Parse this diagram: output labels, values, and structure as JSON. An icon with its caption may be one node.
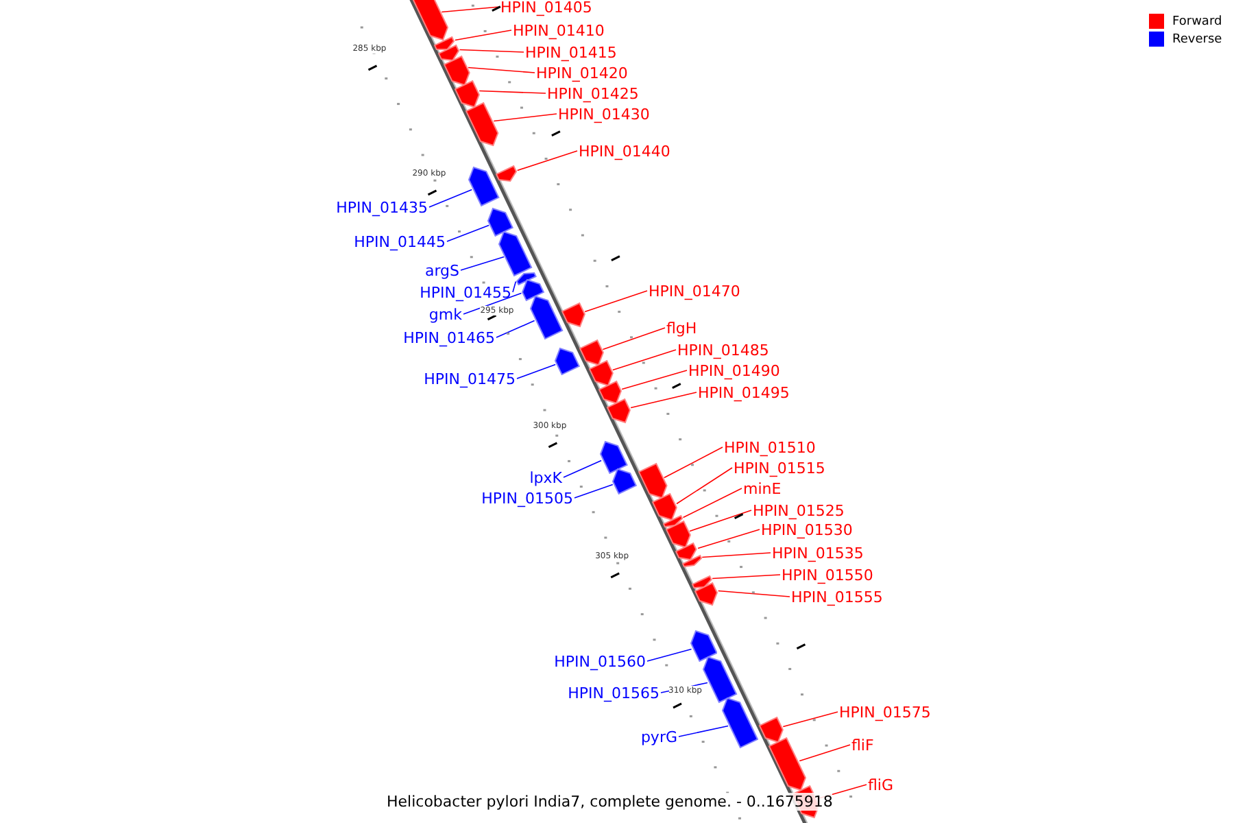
{
  "diagram": {
    "caption": "Helicobacter pylori India7, complete genome. - 0..1675918",
    "nodes": [
      {
        "text": [
          "HPIN_01405"
        ]
      },
      {
        "text": [],
        "shape": "box"
      },
      {
        "text": [
          "HPIN_01410"
        ]
      },
      {
        "text": [],
        "shape": "box"
      },
      {
        "text": [
          "HPIN_01415"
        ]
      },
      {
        "text": [],
        "shape": "box"
      },
      {
        "text": [
          "HPIN_01420"
        ]
      },
      {
        "text": [],
        "shape": "box"
      },
      {
        "text": [
          "HPIN_01425"
        ]
      },
      {
        "text": [],
        "shape": "box"
      },
      {
        "text": [
          "HPIN_01430"
        ]
      },
      {
        "text": [],
        "shape": "box"
      },
      {
        "text": [
          "HPIN_01440"
        ]
      },
      {
        "text": [],
        "shape": "box"
      },
      {
        "text": [
          "HPIN_01435"
        ]
      },
      {
        "text": [],
        "shape": "box"
      },
      {
        "text": [
          "HPIN_01445"
        ]
      },
      {
        "text": [],
        "shape": "box"
      },
      {
        "text": [
          "argS"
        ]
      },
      {
        "text": [],
        "shape": "box"
      },
      {
        "text": [
          "HPIN_01455"
        ]
      },
      {
        "text": [],
        "shape": "box"
      },
      {
        "text": [
          "gmk"
        ]
      },
      {
        "text": [],
        "shape": "box"
      },
      {
        "text": [
          "HPIN_01465"
        ]
      },
      {
        "text": [],
        "shape": "box"
      },
      {
        "text": [
          "HPIN_01470"
        ]
      },
      {
        "text": [],
        "shape": "box"
      },
      {
        "text": [
          "HPIN_01475"
        ]
      },
      {
        "text": [],
        "shape": "box"
      },
      {
        "text": [
          "flgH"
        ]
      },
      {
        "text": [],
        "shape": "box"
      },
      {
        "text": [
          "HPIN_01485"
        ]
      },
      {
        "text": [],
        "shape": "box"
      },
      {
        "text": [
          "HPIN_01490"
        ]
      },
      {
        "text": [],
        "shape": "box"
      },
      {
        "text": [
          "HPIN_01495"
        ]
      },
      {
        "text": [],
        "shape": "box"
      },
      {
        "text": [
          "lpxK"
        ]
      },
      {
        "text": [],
        "shape": "box"
      },
      {
        "text": [
          "HPIN_01505"
        ]
      },
      {
        "text": [],
        "shape": "box"
      },
      {
        "text": [
          "HPIN_01510"
        ]
      },
      {
        "text": [],
        "shape": "box"
      },
      {
        "text": [
          "HPIN_01515"
        ]
      },
      {
        "text": [],
        "shape": "box"
      },
      {
        "text": [
          "minE"
        ]
      },
      {
        "text": [],
        "shape": "box"
      },
      {
        "text": [
          "HPIN_01525"
        ]
      },
      {
        "text": [],
        "shape": "box"
      },
      {
        "text": [
          "HPIN_01530"
        ]
      },
      {
        "text": [],
        "shape": "box"
      },
      {
        "text": [
          "HPIN_01535"
        ]
      },
      {
        "text": [],
        "shape": "box"
      },
      {
        "text": [
          "HPIN_01550"
        ]
      },
      {
        "text": [],
        "shape": "box"
      },
      {
        "text": [
          "HPIN_01555"
        ]
      },
      {
        "text": [],
        "shape": "box"
      },
      {
        "text": [
          "HPIN_01560"
        ]
      },
      {
        "text": [],
        "shape": "box"
      },
      {
        "text": [
          "HPIN_01565"
        ]
      },
      {
        "text": [],
        "shape": "box"
      },
      {
        "text": [
          "pyrG"
        ]
      },
      {
        "text": [],
        "shape": "box"
      },
      {
        "text": [
          "HPIN_01575"
        ]
      },
      {
        "text": [],
        "shape": "box"
      },
      {
        "text": [
          "fliF"
        ]
      },
      {
        "text": [],
        "shape": "box"
      },
      {
        "text": [
          "fliG"
        ]
      },
      {
        "text": [],
        "shape": "box"
      }
    ],
    "edges": [
      {
        "from": 0,
        "to": 1,
        "arrow": "none"
      },
      {
        "from": 2,
        "to": 3,
        "arrow": "none"
      },
      {
        "from": 4,
        "to": 5,
        "arrow": "none"
      },
      {
        "from": 6,
        "to": 7,
        "arrow": "none"
      },
      {
        "from": 8,
        "to": 9,
        "arrow": "none"
      },
      {
        "from": 10,
        "to": 11,
        "arrow": "none"
      },
      {
        "from": 12,
        "to": 13,
        "arrow": "none"
      },
      {
        "from": 14,
        "to": 15,
        "arrow": "none",
        "color": "#0000ff"
      },
      {
        "from": 16,
        "to": 17,
        "arrow": "none",
        "color": "#0000ff"
      },
      {
        "from": 18,
        "to": 19,
        "arrow": "none",
        "color": "#0000ff"
      },
      {
        "from": 20,
        "to": 21,
        "arrow": "none",
        "color": "#0000ff"
      },
      {
        "from": 22,
        "to": 23,
        "arrow": "none",
        "color": "#0000ff"
      },
      {
        "from": 24,
        "to": 25,
        "arrow": "none",
        "color": "#0000ff"
      },
      {
        "from": 26,
        "to": 27,
        "arrow": "none"
      },
      {
        "from": 28,
        "to": 29,
        "arrow": "none",
        "color": "#0000ff"
      },
      {
        "from": 30,
        "to": 31,
        "arrow": "none"
      },
      {
        "from": 32,
        "to": 33,
        "arrow": "none"
      },
      {
        "from": 34,
        "to": 35,
        "arrow": "none"
      },
      {
        "from": 36,
        "to": 37,
        "arrow": "none"
      },
      {
        "from": 38,
        "to": 39,
        "arrow": "none",
        "color": "#0000ff"
      },
      {
        "from": 40,
        "to": 41,
        "arrow": "none",
        "color": "#0000ff"
      },
      {
        "from": 42,
        "to": 43,
        "arrow": "none"
      },
      {
        "from": 44,
        "to": 45,
        "arrow": "none"
      },
      {
        "from": 46,
        "to": 47,
        "arrow": "none"
      },
      {
        "from": 48,
        "to": 49,
        "arrow": "none"
      },
      {
        "from": 50,
        "to": 51,
        "arrow": "none"
      },
      {
        "from": 52,
        "to": 53,
        "arrow": "none"
      },
      {
        "from": 54,
        "to": 55,
        "arrow": "none"
      },
      {
        "from": 56,
        "to": 57,
        "arrow": "none"
      },
      {
        "from": 58,
        "to": 59,
        "arrow": "none",
        "color": "#0000ff"
      },
      {
        "from": 60,
        "to": 61,
        "arrow": "none",
        "color": "#0000ff"
      },
      {
        "from": 62,
        "to": 63,
        "arrow": "none",
        "color": "#0000ff"
      },
      {
        "from": 64,
        "to": 65,
        "arrow": "none"
      },
      {
        "from": 66,
        "to": 67,
        "arrow": "none"
      },
      {
        "from": 68,
        "to": 69,
        "arrow": "none"
      }
    ],
    "labels": [
      "285 kbp",
      "290 kbp",
      "295 kbp",
      "300 kbp",
      "305 kbp",
      "310 kbp"
    ],
    "legend": [
      {
        "text": "Forward",
        "color": "#ff0000"
      },
      {
        "text": "Reverse",
        "color": "#0000ff"
      }
    ]
  }
}
